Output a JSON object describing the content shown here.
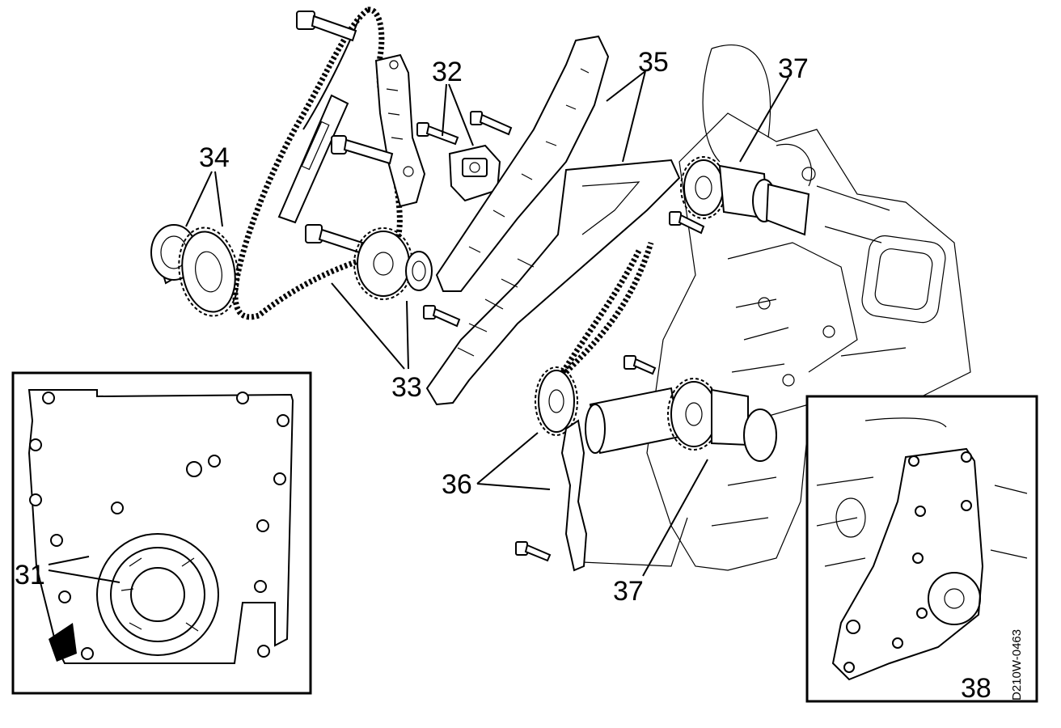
{
  "diagram": {
    "callouts": {
      "c31": "31",
      "c32": "32",
      "c33": "33",
      "c34": "34",
      "c35": "35",
      "c36": "36",
      "c37_top": "37",
      "c37_bottom": "37",
      "c38": "38"
    },
    "figure_code": "D210W-0463"
  }
}
